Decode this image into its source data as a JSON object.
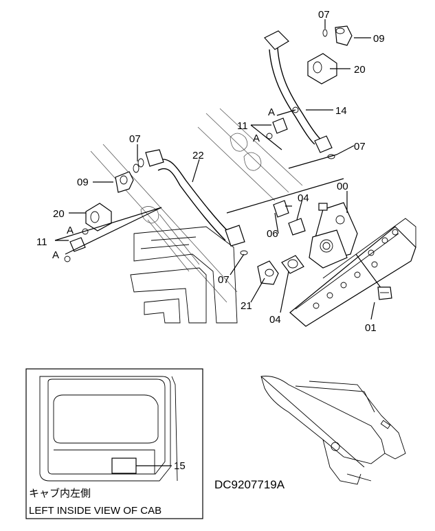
{
  "callouts": {
    "c07_top": "07",
    "c09_top": "09",
    "c20_top": "20",
    "c14": "14",
    "cA_upper1": "A",
    "c11_upper": "11",
    "cA_upper2": "A",
    "c07_right": "07",
    "c00": "00",
    "c22": "22",
    "c07_left": "07",
    "c09_left": "09",
    "c04_upper": "04",
    "c06": "06",
    "c20_left": "20",
    "cA_left1": "A",
    "c11_left": "11",
    "cA_left2": "A",
    "c07_bottom": "07",
    "c21": "21",
    "c04_lower": "04",
    "c01": "01",
    "c15": "15"
  },
  "inset": {
    "caption_jp": "キャブ内左側",
    "caption_en": "LEFT INSIDE VIEW OF CAB"
  },
  "drawing_code": "DC9207719A"
}
